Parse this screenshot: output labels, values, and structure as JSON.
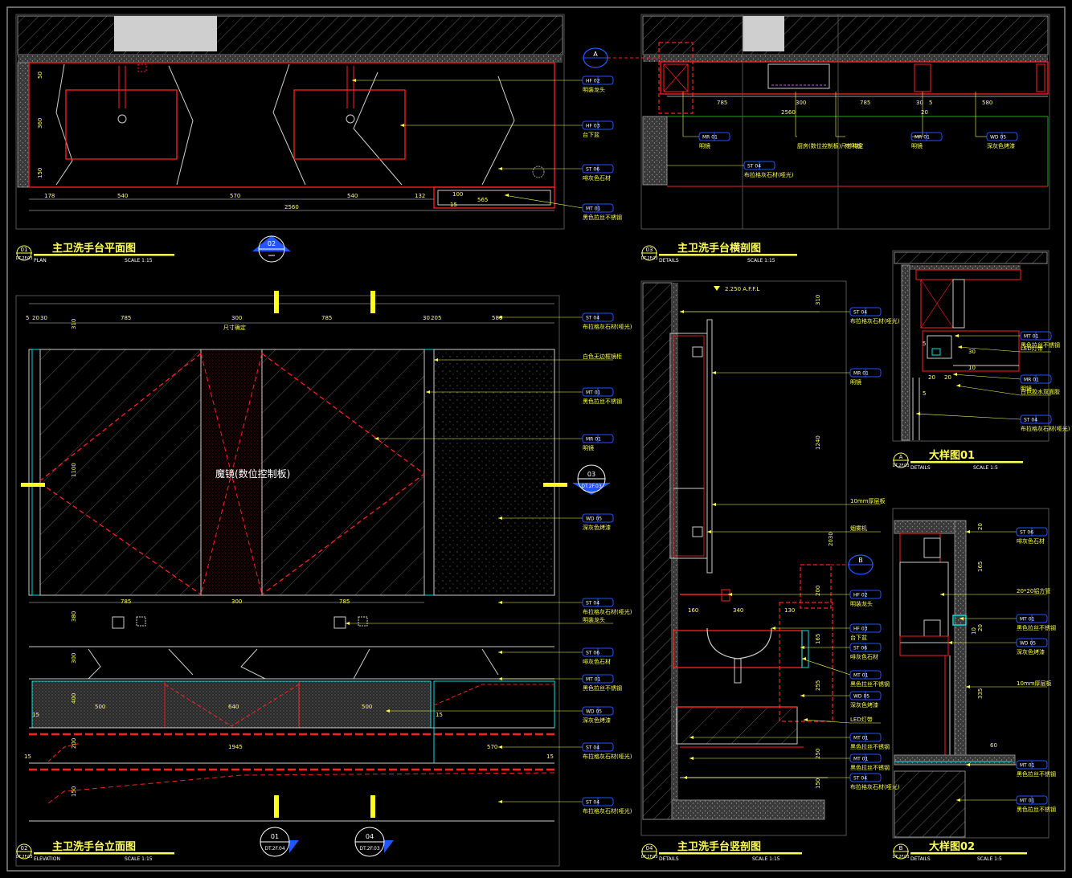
{
  "colors": {
    "wall": "#777777",
    "red": "#ff2020",
    "cyan": "#00e0e0",
    "yellow": "#ffff55",
    "white": "#e6e6e6",
    "green": "#22aa22",
    "magenta": "#cc55ff",
    "marker": "#2255ff"
  },
  "views": [
    {
      "num": "01",
      "title": "主卫洗手台平面图",
      "type": "PLAN",
      "ref": "DT.2F.03",
      "scale": "SCALE  1:15"
    },
    {
      "num": "03",
      "title": "主卫洗手台横剖图",
      "type": "DETAILS",
      "ref": "DT.2F.03",
      "scale": "SCALE  1:15"
    },
    {
      "num": "A",
      "title": "大样图01",
      "type": "DETAILS",
      "ref": "DT.2F.03",
      "scale": "SCALE  1:5"
    },
    {
      "num": "02",
      "title": "主卫洗手台立面图",
      "type": "ELEVATION",
      "ref": "DT.2F.03",
      "scale": "SCALE  1:15"
    },
    {
      "num": "04",
      "title": "主卫洗手台竖剖图",
      "type": "DETAILS",
      "ref": "DT.2F.03",
      "scale": "SCALE  1:15"
    },
    {
      "num": "B",
      "title": "大样图02",
      "type": "DETAILS",
      "ref": "DT.2F.03",
      "scale": "SCALE  1:5"
    }
  ],
  "plan": {
    "dims_bottom": [
      "178",
      "540",
      "570",
      "540",
      "132"
    ],
    "dims_total": "2560",
    "dims_right": [
      "565",
      "15",
      "100"
    ],
    "dims_left": [
      "50",
      "360",
      "150"
    ],
    "callouts": [
      {
        "code": "HF  02",
        "text": "明装龙头"
      },
      {
        "code": "HF  03",
        "text": "台下盆"
      },
      {
        "code": "ST  06",
        "text": "啡灰色石材"
      },
      {
        "code": "MT  01",
        "text": "黑色拉丝不锈钢"
      }
    ]
  },
  "section03": {
    "dims_top": [
      "785",
      "300",
      "785",
      "30",
      "5",
      "580"
    ],
    "dims_total": "2560",
    "dims_sub": "20",
    "callouts": [
      {
        "code": "MR  01",
        "text": "明镜"
      },
      {
        "code": "",
        "text": "厨房(数位控制板)尺寸待定"
      },
      {
        "code": "",
        "text": "喇叭板"
      },
      {
        "code": "MR  01",
        "text": "明镜"
      },
      {
        "code": "WD  05",
        "text": "深灰色烤漆"
      },
      {
        "code": "ST  04",
        "text": "布拉格灰石材(哑光)"
      }
    ],
    "marker": "A"
  },
  "detailA": {
    "dims": [
      "20",
      "20",
      "30",
      "10",
      "5",
      "5"
    ],
    "callouts": [
      {
        "code": "MT  01",
        "text": "黑色拉丝不锈钢"
      },
      {
        "code": "",
        "text": "LED灯带"
      },
      {
        "code": "MR  01",
        "text": "明镜"
      },
      {
        "code": "",
        "text": "白色胶水双面胶"
      },
      {
        "code": "ST  04",
        "text": "布拉格灰石材(哑光)"
      }
    ]
  },
  "elevation": {
    "dims_top": [
      "5",
      "20",
      "30",
      "785",
      "300",
      "785",
      "30",
      "20",
      "5",
      "580"
    ],
    "dims_mid": [
      "785",
      "300",
      "785"
    ],
    "dims_cab": [
      "500",
      "640",
      "500"
    ],
    "dims_low": [
      "1945",
      "570"
    ],
    "dims_left": [
      "310",
      "1100",
      "380",
      "300",
      "400",
      "200",
      "150"
    ],
    "dims_side": [
      "15",
      "15",
      "15",
      "15"
    ],
    "top_note": "尺寸确定",
    "mirror_label": "魔镜(数位控制板)",
    "callouts": [
      {
        "code": "ST  04",
        "text": "布拉格灰石材(哑光)"
      },
      {
        "code": "",
        "text": "白色无边框镜柜"
      },
      {
        "code": "MT  01",
        "text": "黑色拉丝不锈钢"
      },
      {
        "code": "MR  01",
        "text": "明镜"
      },
      {
        "code": "WD  05",
        "text": "深灰色烤漆"
      },
      {
        "code": "ST  04",
        "text": "布拉格灰石材(哑光)"
      },
      {
        "code": "",
        "text": "明装龙头"
      },
      {
        "code": "ST  06",
        "text": "啡灰色石材"
      },
      {
        "code": "MT  01",
        "text": "黑色拉丝不锈钢"
      },
      {
        "code": "WD  05",
        "text": "深灰色烤漆"
      },
      {
        "code": "ST  04",
        "text": "布拉格灰石材(哑光)"
      },
      {
        "code": "ST  04",
        "text": "布拉格灰石材(哑光)"
      }
    ],
    "markers": [
      {
        "num": "02",
        "ref": ""
      },
      {
        "num": "03",
        "ref": "DT.2F.03"
      },
      {
        "num": "01",
        "ref": "DT.2F.04"
      },
      {
        "num": "04",
        "ref": "DT.2F.03"
      }
    ]
  },
  "section04": {
    "level": "2.250 A.F.F.L",
    "dims": [
      "310",
      "1240",
      "2030",
      "160",
      "340",
      "130",
      "200",
      "165",
      "255",
      "250",
      "150"
    ],
    "marker": "B",
    "callouts": [
      {
        "code": "ST  04",
        "text": "布拉格灰石材(哑光)"
      },
      {
        "code": "MR  01",
        "text": "明镜"
      },
      {
        "code": "",
        "text": "10mm厚层板"
      },
      {
        "code": "",
        "text": "烟雾机"
      },
      {
        "code": "HF  02",
        "text": "明装龙头"
      },
      {
        "code": "HF  03",
        "text": "台下盆"
      },
      {
        "code": "ST  06",
        "text": "啡灰色石材"
      },
      {
        "code": "MT  01",
        "text": "黑色拉丝不锈钢"
      },
      {
        "code": "WD  05",
        "text": "深灰色烤漆"
      },
      {
        "code": "",
        "text": "LED灯带"
      },
      {
        "code": "MT  01",
        "text": "黑色拉丝不锈钢"
      },
      {
        "code": "MT  01",
        "text": "黑色拉丝不锈钢"
      },
      {
        "code": "ST  04",
        "text": "布拉格灰石材(哑光)"
      }
    ]
  },
  "detailB": {
    "dims": [
      "20",
      "165",
      "20",
      "10",
      "60",
      "335"
    ],
    "callouts": [
      {
        "code": "ST  06",
        "text": "啡灰色石材"
      },
      {
        "code": "",
        "text": "20*20铝方管"
      },
      {
        "code": "MT  01",
        "text": "黑色拉丝不锈钢"
      },
      {
        "code": "WD  05",
        "text": "深灰色烤漆"
      },
      {
        "code": "",
        "text": "10mm厚层板"
      },
      {
        "code": "MT  01",
        "text": "黑色拉丝不锈钢"
      },
      {
        "code": "MT  01",
        "text": "黑色拉丝不锈钢"
      }
    ]
  }
}
